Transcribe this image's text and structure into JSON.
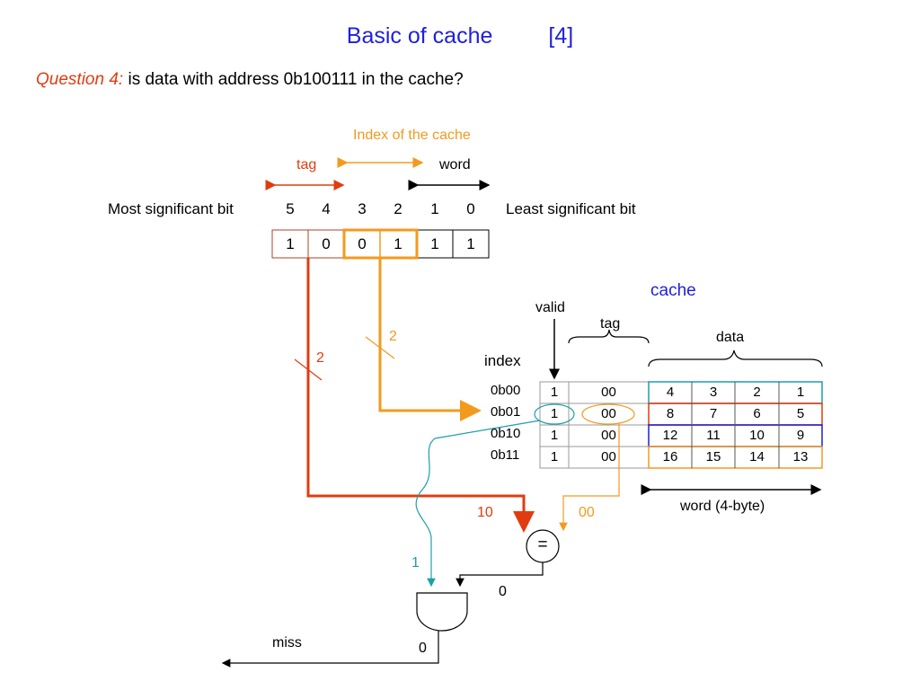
{
  "title": {
    "main": "Basic of cache",
    "ref": "[4]"
  },
  "question": {
    "label": "Question 4",
    "colon": ":",
    "text": " is data with address 0b100111 in the cache?"
  },
  "address": {
    "index_label": "Index of the cache",
    "tag_label": "tag",
    "word_label": "word",
    "msb_label": "Most significant bit",
    "lsb_label": "Least significant bit",
    "bit_positions": [
      "5",
      "4",
      "3",
      "2",
      "1",
      "0"
    ],
    "bits": [
      "1",
      "0",
      "0",
      "1",
      "1",
      "1"
    ],
    "tag_width_label": "2",
    "index_width_label": "2"
  },
  "cache": {
    "title": "cache",
    "valid_label": "valid",
    "tag_label": "tag",
    "data_label": "data",
    "index_label": "index",
    "word_label": "word (4-byte)",
    "rows": [
      {
        "index": "0b00",
        "valid": "1",
        "tag": "00",
        "data": [
          "4",
          "3",
          "2",
          "1"
        ]
      },
      {
        "index": "0b01",
        "valid": "1",
        "tag": "00",
        "data": [
          "8",
          "7",
          "6",
          "5"
        ]
      },
      {
        "index": "0b10",
        "valid": "1",
        "tag": "00",
        "data": [
          "12",
          "11",
          "10",
          "9"
        ]
      },
      {
        "index": "0b11",
        "valid": "1",
        "tag": "00",
        "data": [
          "16",
          "15",
          "14",
          "13"
        ]
      }
    ]
  },
  "logic": {
    "tag_in": "10",
    "cache_tag_in": "00",
    "valid_in": "1",
    "compare_symbol": "=",
    "compare_out": "0",
    "and_out": "0",
    "result": "miss"
  },
  "colors": {
    "title": "#1f1fe0",
    "tag": "#e03c10",
    "index": "#f39a1e",
    "valid": "#1f9fa8",
    "row0_border": "#1f9fa8",
    "row1_border": "#e03c10",
    "row2_border": "#1f1fe0",
    "row3_border": "#f39a1e"
  }
}
